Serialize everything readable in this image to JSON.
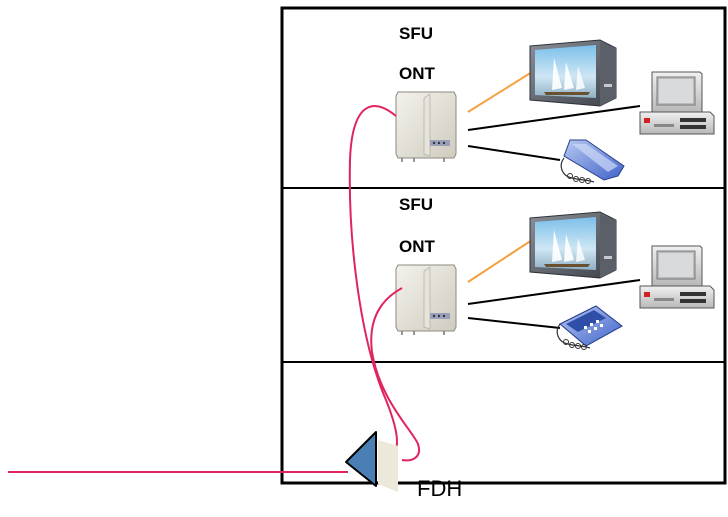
{
  "floors": [
    {
      "line1": "SFU",
      "line2": "ONT",
      "phone": "handset"
    },
    {
      "line1": "SFU",
      "line2": "ONT",
      "phone": "desk-phone"
    }
  ],
  "fdh_label": "FDH",
  "colors": {
    "fiber": "#e0245e",
    "video_link": "#f5a040",
    "data_link": "#000000",
    "fdh_body": "#4a7fb5",
    "building_frame": "#000000"
  },
  "icons": [
    "ont-icon",
    "tv-icon",
    "computer-icon",
    "phone-icon",
    "fdh-icon"
  ]
}
